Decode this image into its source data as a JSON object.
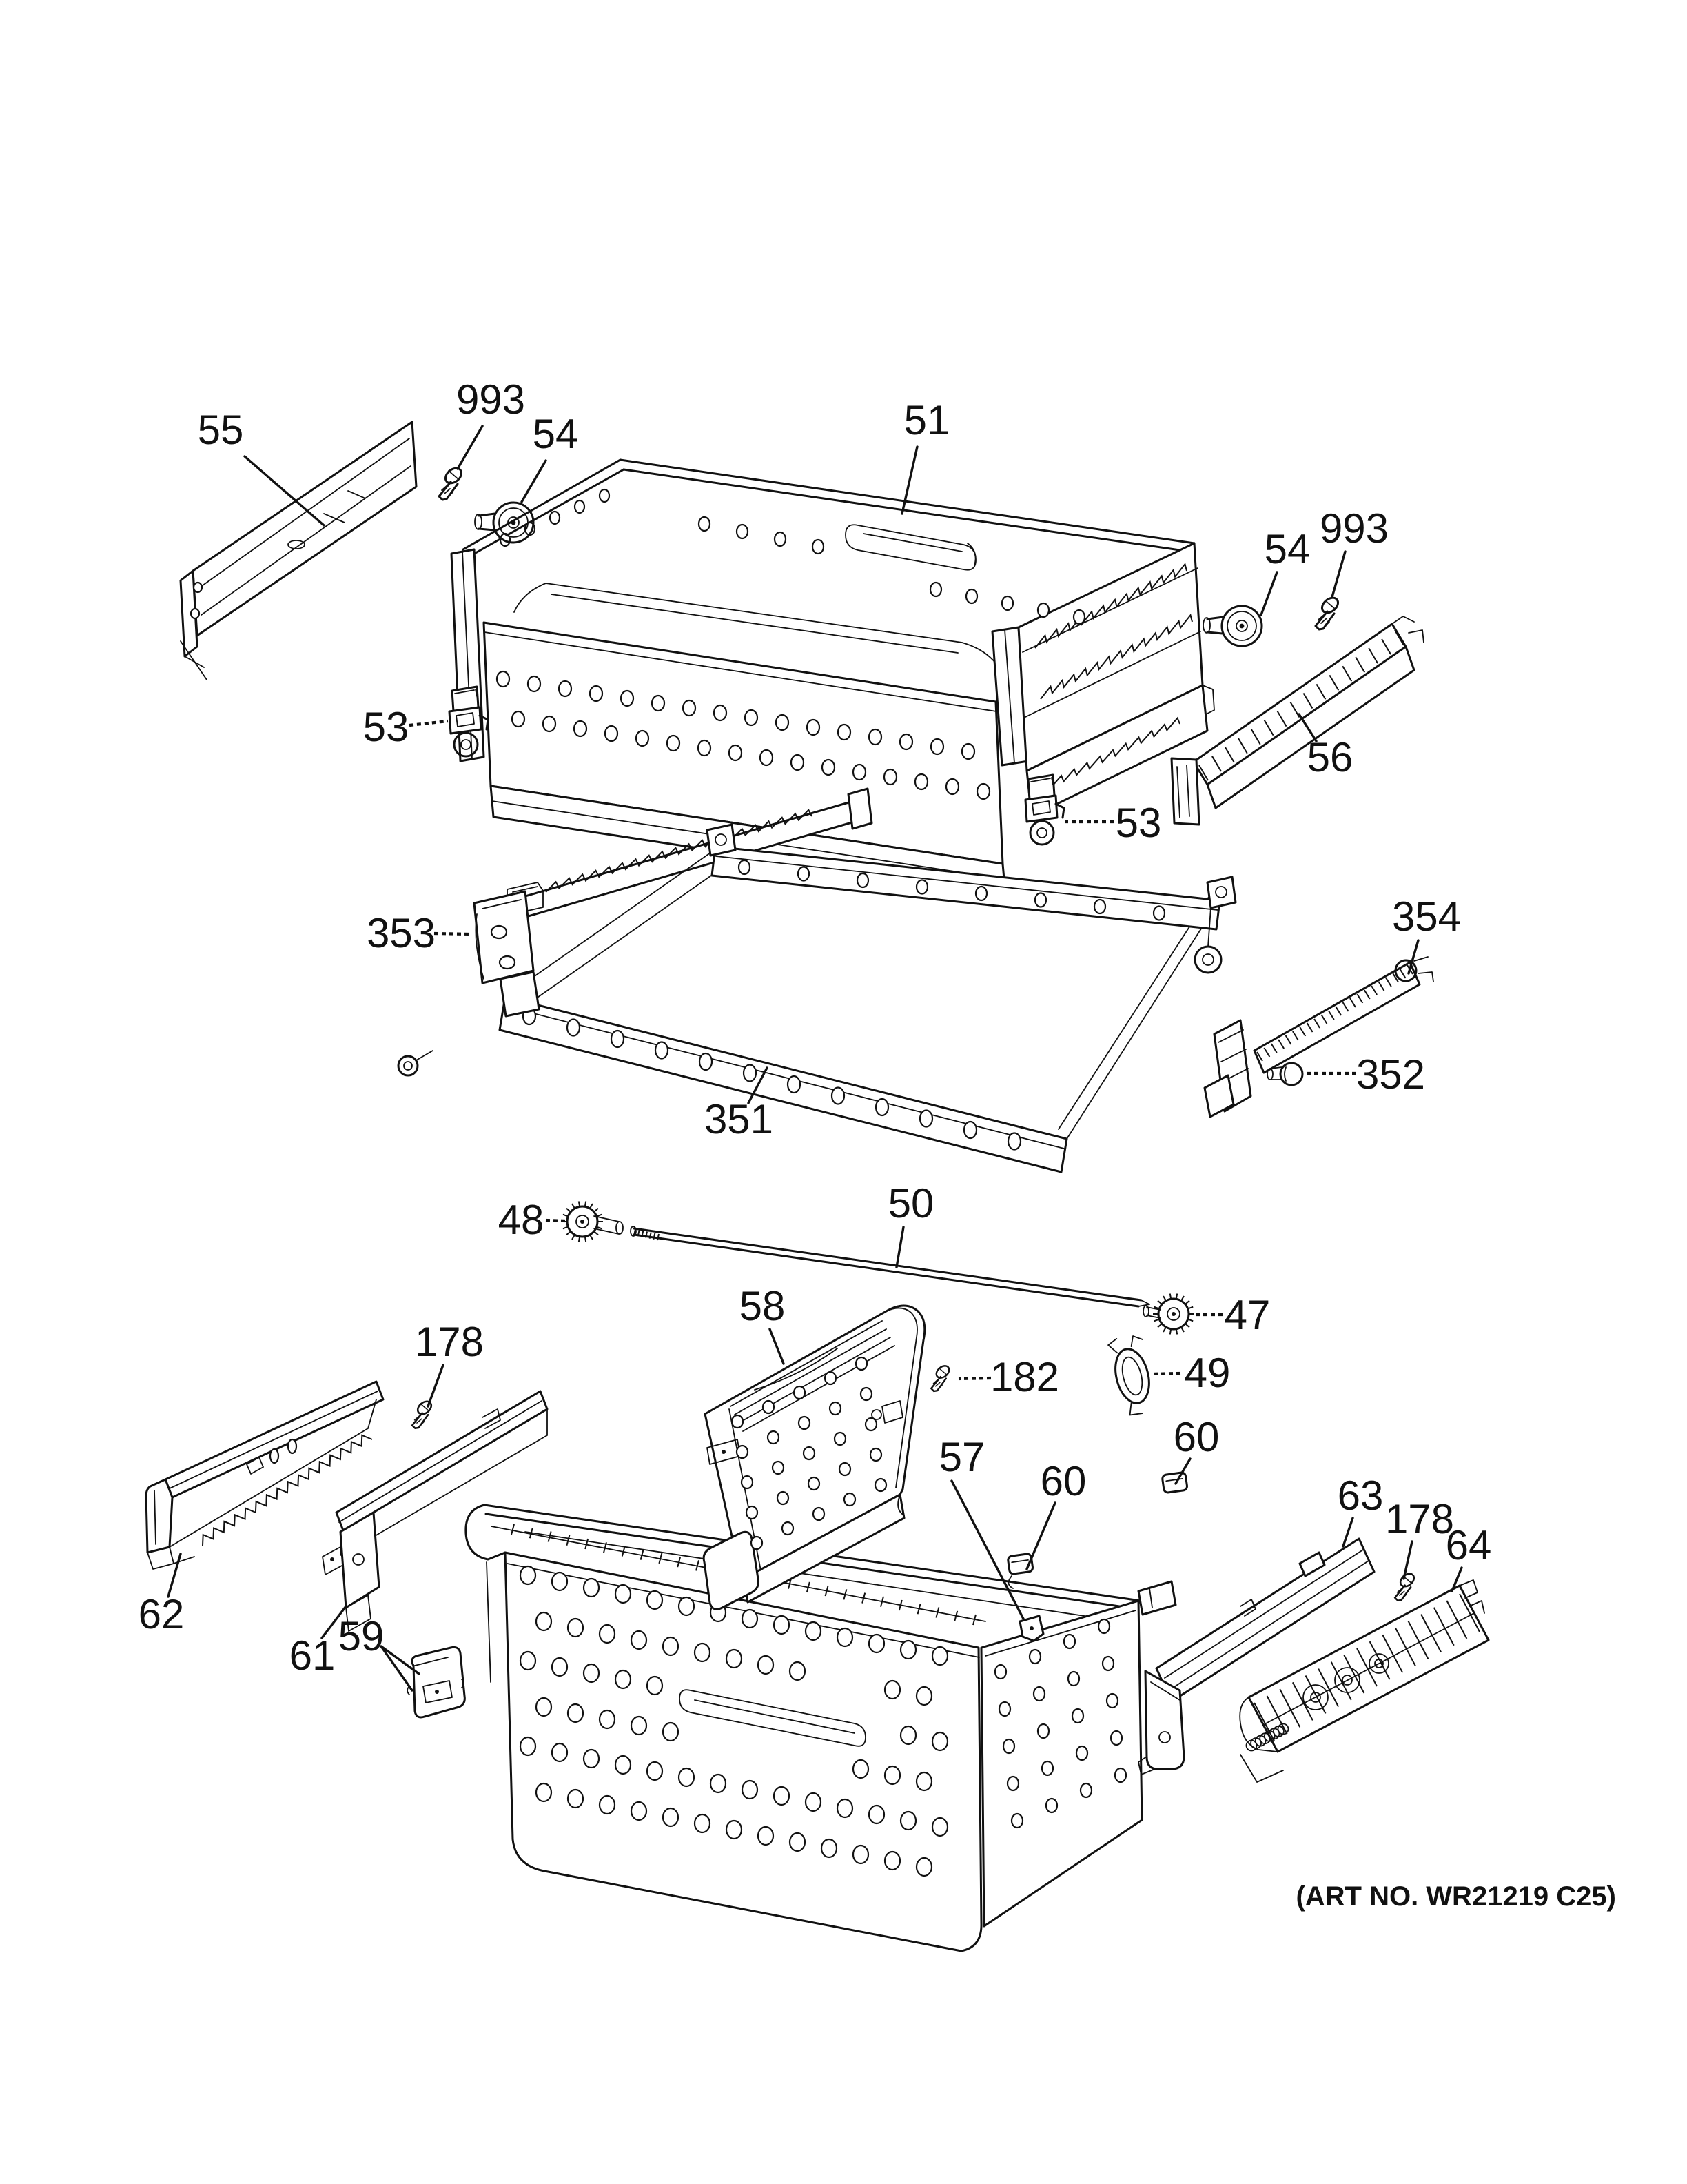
{
  "page": {
    "background": "#ffffff",
    "line_color": "#111111",
    "art_no": "(ART NO. WR21219 C25)"
  },
  "callouts": [
    {
      "id": "55",
      "text": "55"
    },
    {
      "id": "993-left",
      "text": "993"
    },
    {
      "id": "54-left",
      "text": "54"
    },
    {
      "id": "51",
      "text": "51"
    },
    {
      "id": "993-right",
      "text": "993"
    },
    {
      "id": "54-right",
      "text": "54"
    },
    {
      "id": "56",
      "text": "56"
    },
    {
      "id": "53-left",
      "text": "53"
    },
    {
      "id": "53-right",
      "text": "53"
    },
    {
      "id": "353",
      "text": "353"
    },
    {
      "id": "354",
      "text": "354"
    },
    {
      "id": "352",
      "text": "352"
    },
    {
      "id": "351",
      "text": "351"
    },
    {
      "id": "48",
      "text": "48"
    },
    {
      "id": "50",
      "text": "50"
    },
    {
      "id": "47",
      "text": "47"
    },
    {
      "id": "58",
      "text": "58"
    },
    {
      "id": "182",
      "text": "182"
    },
    {
      "id": "49",
      "text": "49"
    },
    {
      "id": "178-left",
      "text": "178"
    },
    {
      "id": "57",
      "text": "57"
    },
    {
      "id": "60-top",
      "text": "60"
    },
    {
      "id": "60-left",
      "text": "60"
    },
    {
      "id": "63",
      "text": "63"
    },
    {
      "id": "178-right",
      "text": "178"
    },
    {
      "id": "64",
      "text": "64"
    },
    {
      "id": "62",
      "text": "62"
    },
    {
      "id": "61",
      "text": "61"
    },
    {
      "id": "59",
      "text": "59"
    }
  ]
}
